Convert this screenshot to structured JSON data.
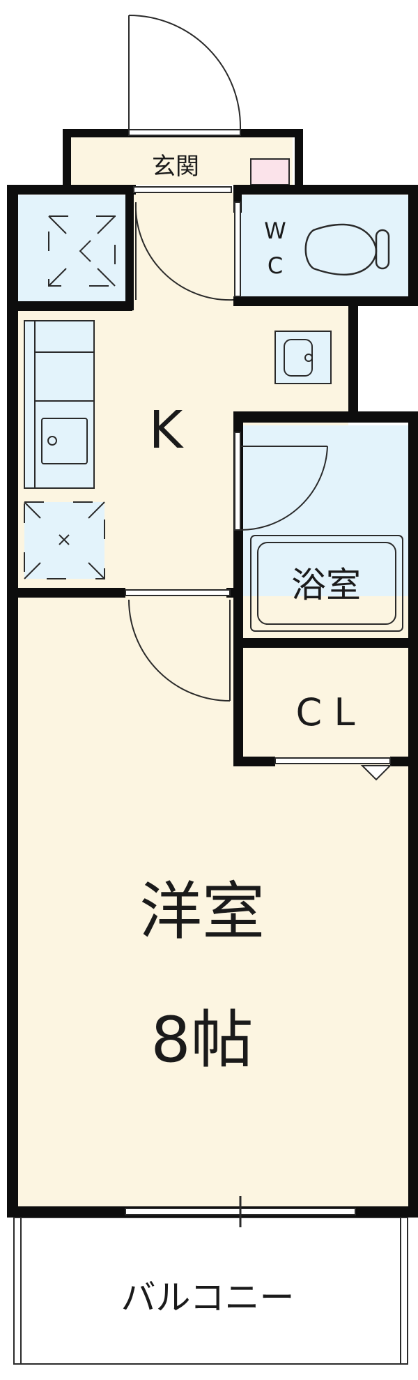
{
  "rooms": {
    "genkan": "玄関",
    "wc_top": "W",
    "wc_bottom": "C",
    "kitchen": "K",
    "bath": "浴室",
    "closet": "C L",
    "western_room": "洋室",
    "western_size": "8帖",
    "balcony": "バルコニー"
  },
  "colors": {
    "wall": "#0d0d0d",
    "room_cream": "#fcf5e1",
    "wet_blue": "#e3f3fb",
    "closet_pink": "#fbe3ea",
    "line": "#2a2a2a"
  }
}
